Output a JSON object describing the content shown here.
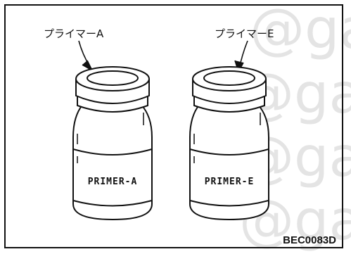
{
  "figure": {
    "callout_left": "プライマーA",
    "callout_right": "プライマーE",
    "bottle_left_label": "PRIMER-A",
    "bottle_right_label": "PRIMER-E",
    "figure_code": "BEC0083D"
  },
  "watermark": {
    "text": "@ga"
  },
  "colors": {
    "line": "#111111",
    "watermark": "#e4e4e4",
    "background": "#ffffff"
  }
}
